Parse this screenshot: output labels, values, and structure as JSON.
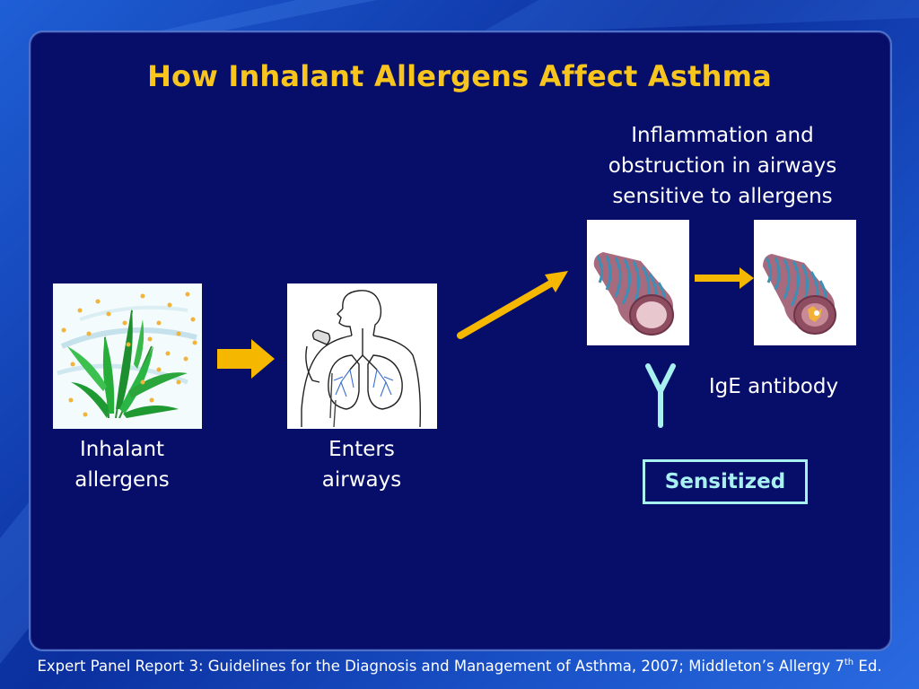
{
  "title": "How Inhalant Allergens Affect Asthma",
  "labels": {
    "allergens": [
      "Inhalant",
      "allergens"
    ],
    "airways": [
      "Enters",
      "airways"
    ],
    "inflammation": [
      "Inflammation and",
      "obstruction in airways",
      "sensitive to allergens"
    ],
    "ige": "IgE antibody",
    "sensitized": "Sensitized"
  },
  "footer": {
    "main": "Expert Panel Report 3: Guidelines for the Diagnosis and Management of Asthma, 2007; Middleton’s Allergy 7",
    "sup": "th",
    "tail": " Ed."
  },
  "icons": [
    "plant-pollen-illustration",
    "human-lungs-illustration",
    "airway-tube-illustration",
    "narrowed-airway-illustration",
    "ige-antibody-icon",
    "arrow-icon"
  ],
  "colors": {
    "background": "#0b2f9e",
    "panel": "#060e6a",
    "title": "#f7c51e",
    "arrow": "#f5b700",
    "antibody": "#a9f0f0",
    "text": "#ffffff"
  }
}
